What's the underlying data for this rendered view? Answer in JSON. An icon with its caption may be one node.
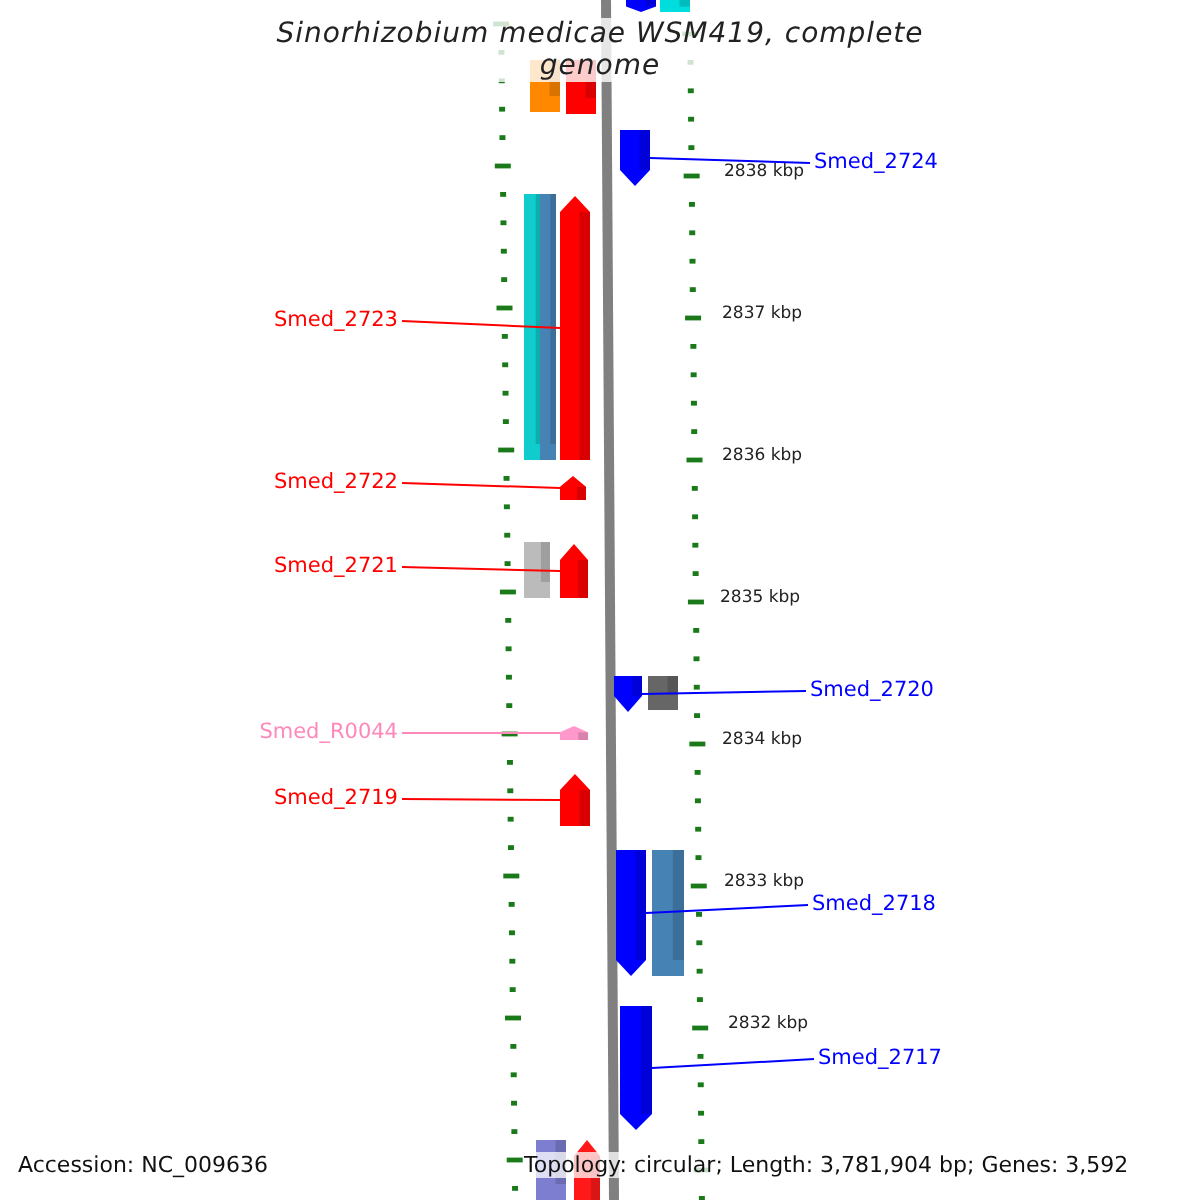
{
  "diagram": {
    "title": "Sinorhizobium medicae WSM419, complete genome",
    "nodes": [
      {
        "text": [
          "Smed_2724"
        ]
      },
      {
        "text": [],
        "shape": "arrow"
      },
      {
        "text": [
          "Smed_2723"
        ]
      },
      {
        "text": [],
        "shape": "arrow"
      },
      {
        "text": [
          "Smed_2722"
        ]
      },
      {
        "text": [],
        "shape": "arrow"
      },
      {
        "text": [
          "Smed_2721"
        ]
      },
      {
        "text": [],
        "shape": "arrow"
      },
      {
        "text": [
          "Smed_2720"
        ]
      },
      {
        "text": [],
        "shape": "arrow"
      },
      {
        "text": [
          "Smed_R0044"
        ]
      },
      {
        "text": [],
        "shape": "arrow"
      },
      {
        "text": [
          "Smed_2719"
        ]
      },
      {
        "text": [],
        "shape": "arrow"
      },
      {
        "text": [
          "Smed_2718"
        ]
      },
      {
        "text": [],
        "shape": "arrow"
      },
      {
        "text": [
          "Smed_2717"
        ]
      },
      {
        "text": [],
        "shape": "arrow"
      }
    ],
    "edges": [
      {
        "from": 0,
        "to": 1,
        "arrow": "none"
      },
      {
        "from": 2,
        "to": 3,
        "arrow": "none",
        "color": "#ff0000"
      },
      {
        "from": 4,
        "to": 5,
        "arrow": "none",
        "color": "#ff0000"
      },
      {
        "from": 6,
        "to": 7,
        "arrow": "none",
        "color": "#ff0000"
      },
      {
        "from": 8,
        "to": 9,
        "arrow": "none"
      },
      {
        "from": 10,
        "to": 11,
        "arrow": "none",
        "color": "#ff88bb"
      },
      {
        "from": 12,
        "to": 13,
        "arrow": "none",
        "color": "#ff0000"
      },
      {
        "from": 14,
        "to": 15,
        "arrow": "none"
      },
      {
        "from": 16,
        "to": 17,
        "arrow": "none"
      }
    ],
    "labels": [
      "2838 kbp",
      "2837 kbp",
      "2836 kbp",
      "2835 kbp",
      "2834 kbp",
      "2833 kbp",
      "2832 kbp",
      "Accession: NC_009636",
      "Topology: circular; Length: 3,781,904 bp; Genes: 3,592"
    ]
  }
}
